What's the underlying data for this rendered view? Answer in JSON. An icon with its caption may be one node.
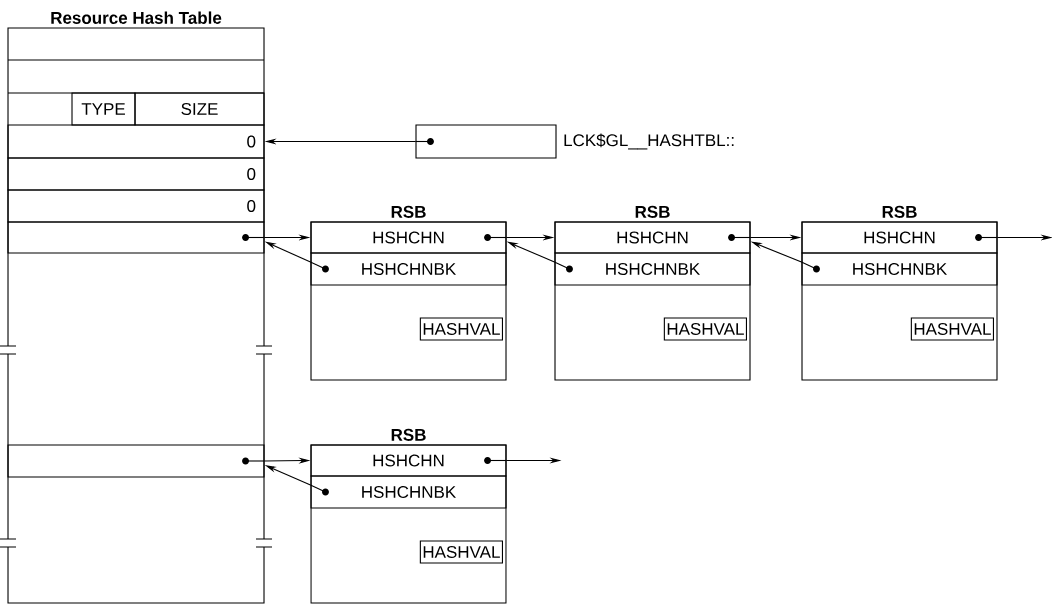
{
  "diagram": {
    "nodes": [
      {
        "text": [
          "Resource Hash Table"
        ]
      },
      {
        "text": [
          "TYPE"
        ],
        "in": 0
      },
      {
        "text": [
          "SIZE"
        ],
        "in": 0
      },
      {
        "text": [
          "0"
        ],
        "in": 0
      },
      {
        "text": [
          "0"
        ],
        "in": 0
      },
      {
        "text": [
          "0"
        ],
        "in": 0
      },
      {
        "text": [],
        "shape": "box",
        "in": 0
      },
      {
        "text": [],
        "shape": "box",
        "in": 0
      },
      {
        "text": [],
        "shape": "box",
        "beside": [
          "LCK$GL__HASHTBL::"
        ]
      },
      {
        "text": [
          "RSB"
        ]
      },
      {
        "text": [
          "HSHCHN"
        ],
        "in": 9
      },
      {
        "text": [
          "HSHCHNBK"
        ],
        "in": 9
      },
      {
        "text": [
          "HASHVAL"
        ],
        "in": 9
      },
      {
        "text": [
          "RSB"
        ]
      },
      {
        "text": [
          "HSHCHN"
        ],
        "in": 13
      },
      {
        "text": [
          "HSHCHNBK"
        ],
        "in": 13
      },
      {
        "text": [
          "HASHVAL"
        ],
        "in": 13
      },
      {
        "text": [
          "RSB"
        ]
      },
      {
        "text": [
          "HSHCHN"
        ],
        "in": 17
      },
      {
        "text": [
          "HSHCHNBK"
        ],
        "in": 17
      },
      {
        "text": [
          "HASHVAL"
        ],
        "in": 17
      },
      {
        "text": [
          "RSB"
        ]
      },
      {
        "text": [
          "HSHCHN"
        ],
        "in": 21
      },
      {
        "text": [
          "HSHCHNBK"
        ],
        "in": 21
      },
      {
        "text": [
          "HASHVAL"
        ],
        "in": 21
      }
    ],
    "edges": [
      {
        "from": 8,
        "to": 3,
        "arrow": "to"
      },
      {
        "from": 6,
        "to": 10,
        "arrow": "to"
      },
      {
        "from": 11,
        "to": 6,
        "arrow": "to"
      },
      {
        "from": 10,
        "to": 14,
        "arrow": "to"
      },
      {
        "from": 15,
        "to": 10,
        "arrow": "to"
      },
      {
        "from": 14,
        "to": 18,
        "arrow": "to"
      },
      {
        "from": 19,
        "to": 14,
        "arrow": "to"
      },
      {
        "from": 18,
        "to": null,
        "arrow": "to"
      },
      {
        "from": 7,
        "to": 22,
        "arrow": "to"
      },
      {
        "from": 23,
        "to": 7,
        "arrow": "to"
      },
      {
        "from": 22,
        "to": null,
        "arrow": "to"
      }
    ]
  }
}
